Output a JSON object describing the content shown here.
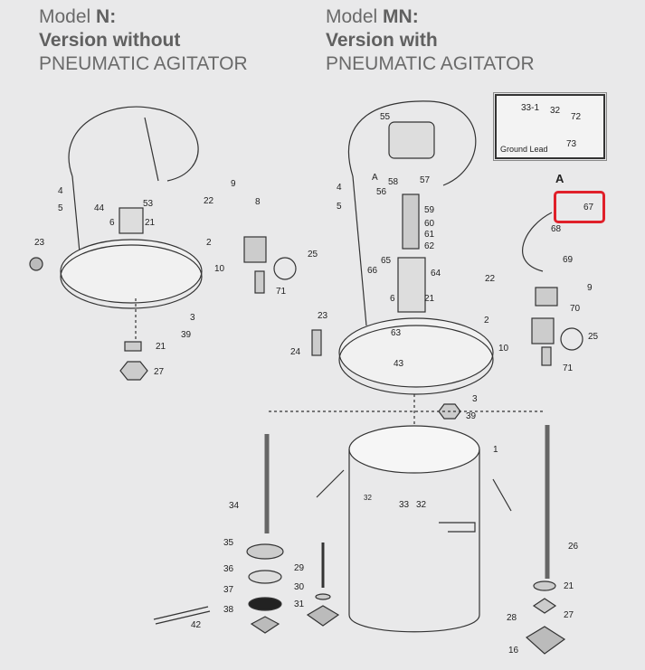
{
  "left_model": {
    "prefix": "Model ",
    "code": "N:",
    "line2": "Version without",
    "line3": "PNEUMATIC AGITATOR"
  },
  "right_model": {
    "prefix": "Model ",
    "code": "MN:",
    "line2": "Version with",
    "line3": "PNEUMATIC AGITATOR"
  },
  "inset": {
    "title": "Ground Lead",
    "labels": [
      "33-1",
      "32",
      "72",
      "73"
    ]
  },
  "highlight": {
    "detail_letter": "A",
    "part": "67",
    "color": "#e0202a"
  },
  "left_labels": [
    "4",
    "5",
    "44",
    "53",
    "21",
    "6",
    "9",
    "8",
    "22",
    "23",
    "2",
    "25",
    "10",
    "71",
    "3",
    "39",
    "21",
    "27"
  ],
  "right_labels": [
    "55",
    "A",
    "58",
    "57",
    "4",
    "5",
    "56",
    "59",
    "60",
    "61",
    "62",
    "65",
    "66",
    "64",
    "21",
    "6",
    "22",
    "23",
    "2",
    "24",
    "63",
    "43",
    "3",
    "39",
    "1",
    "68",
    "69",
    "9",
    "70",
    "25",
    "10",
    "71"
  ],
  "bottom_labels": [
    "34",
    "35",
    "36",
    "37",
    "38",
    "42",
    "32",
    "33",
    "32",
    "29",
    "30",
    "31",
    "26",
    "21",
    "27",
    "28",
    "16"
  ]
}
